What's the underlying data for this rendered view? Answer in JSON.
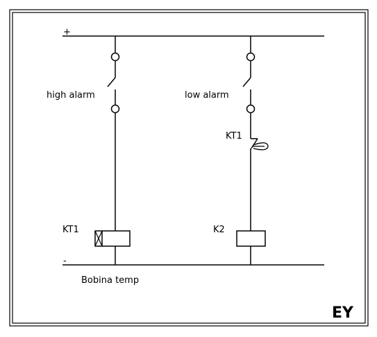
{
  "rails": {
    "positive_label": "+",
    "negative_label": "-"
  },
  "branch_1": {
    "contact_label": "high alarm",
    "coil_label": "KT1",
    "coil_note": "Bobina temp"
  },
  "branch_2": {
    "contact_label": "low alarm",
    "timer_contact_label": "KT1",
    "coil_label": "K2"
  },
  "logo": {
    "text": "EY",
    "color": "#f5c400"
  },
  "colors": {
    "line": "#000000",
    "background": "#ffffff"
  }
}
